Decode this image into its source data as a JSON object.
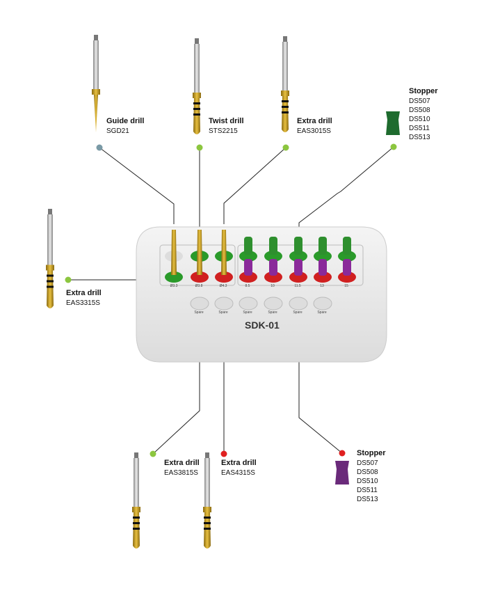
{
  "callouts": [
    {
      "name": "Guide drill",
      "code": "SGD21",
      "dot_color": "#7a9aa6"
    },
    {
      "name": "Twist drill",
      "code": "STS2215",
      "dot_color": "#8cc63f"
    },
    {
      "name": "Extra drill",
      "code": "EAS3015S",
      "dot_color": "#8cc63f"
    },
    {
      "name": "Extra drill",
      "code": "EAS3315S",
      "dot_color": "#8cc63f"
    },
    {
      "name": "Extra drill",
      "code": "EAS3815S",
      "dot_color": "#8cc63f"
    },
    {
      "name": "Extra drill",
      "code": "EAS4315S",
      "dot_color": "#e02020"
    }
  ],
  "stopper_green": {
    "title": "Stopper",
    "codes": [
      "DS507",
      "DS508",
      "DS510",
      "DS511",
      "DS513"
    ],
    "color": "#1e6b2e"
  },
  "stopper_purple": {
    "title": "Stopper",
    "codes": [
      "DS507",
      "DS508",
      "DS510",
      "DS511",
      "DS513"
    ],
    "color": "#6a2a7a"
  },
  "tray": {
    "model": "SDK-01",
    "drill_labels": [
      "Ø3.3",
      "Ø3.8",
      "Ø4.3"
    ],
    "length_labels": [
      "8.5",
      "10",
      "11.5",
      "13",
      "15"
    ],
    "spare_label": "Spare"
  }
}
